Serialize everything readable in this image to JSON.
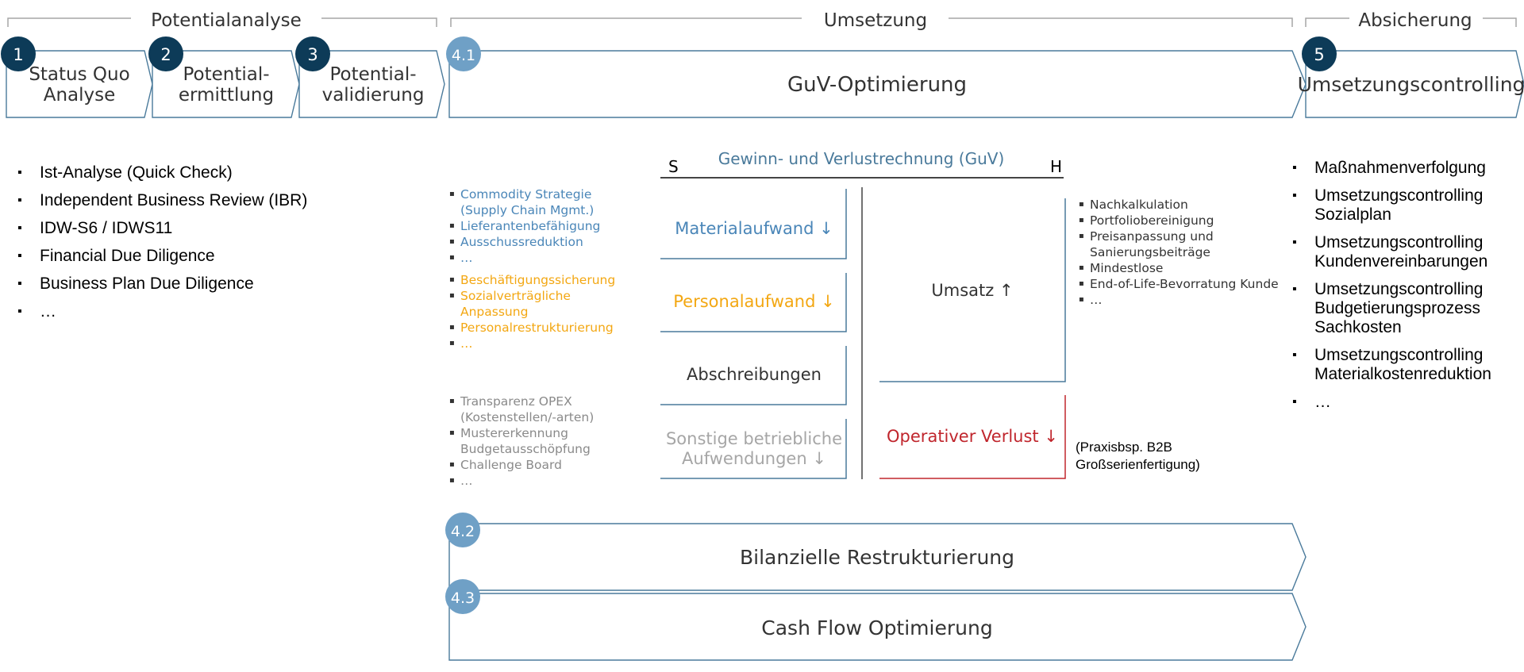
{
  "colors": {
    "navy": "#0d3b58",
    "light_blue": "#6fa0c6",
    "outline": "#4a7a9b",
    "material": "#4a86b8",
    "personal": "#f3a712",
    "sonstige": "#a6a6a6",
    "verlust": "#c0262d"
  },
  "phases": {
    "potentialanalyse": "Potentialanalyse",
    "umsetzung": "Umsetzung",
    "absicherung": "Absicherung"
  },
  "steps": [
    {
      "num": "1",
      "line1": "Status Quo",
      "line2": "Analyse"
    },
    {
      "num": "2",
      "line1": "Potential-",
      "line2": "ermittlung"
    },
    {
      "num": "3",
      "line1": "Potential-",
      "line2": "validierung"
    },
    {
      "num": "4.1",
      "label": "GuV-Optimierung"
    },
    {
      "num": "5",
      "label": "Umsetzungscontrolling"
    },
    {
      "num": "4.2",
      "label": "Bilanzielle Restrukturierung"
    },
    {
      "num": "4.3",
      "label": "Cash Flow Optimierung"
    }
  ],
  "potential_list": [
    "Ist-Analyse (Quick Check)",
    "Independent Business Review (IBR)",
    "IDW-S6 / IDWS11",
    "Financial Due Diligence",
    "Business Plan Due Diligence",
    "…"
  ],
  "absicherung_list": [
    "Maßnahmenverfolgung",
    "Umsetzungscontrolling Sozialplan",
    "Umsetzungscontrolling Kundenvereinbarungen",
    "Umsetzungscontrolling Budgetierungsprozess Sachkosten",
    "Umsetzungscontrolling Materialkostenreduktion",
    "…"
  ],
  "guv": {
    "title": "Gewinn- und Verlustrechnung (GuV)",
    "soll": "S",
    "haben": "H",
    "materialaufwand": "Materialaufwand",
    "personalaufwand": "Personalaufwand",
    "abschreibungen": "Abschreibungen",
    "sonstige_line1": "Sonstige betriebliche",
    "sonstige_line2": "Aufwendungen",
    "umsatz": "Umsatz",
    "verlust": "Operativer Verlust",
    "arrow_down": "↓",
    "arrow_up": "↑"
  },
  "material_list": [
    "Commodity Strategie (Supply Chain Mgmt.)",
    "Lieferantenbefähigung",
    "Ausschussreduktion",
    "…"
  ],
  "personal_list": [
    "Beschäftigungssicherung",
    "Sozialverträgliche Anpassung",
    "Personalrestrukturierung",
    "…"
  ],
  "sonstige_list": [
    "Transparenz OPEX (Kostenstellen/-arten)",
    "Mustererkennung Budgetausschöpfung",
    "Challenge Board",
    "…"
  ],
  "umsatz_list": [
    "Nachkalkulation",
    "Portfoliobereinigung",
    "Preisanpassung und Sanierungsbeiträge",
    "Mindestlose",
    "End-of-Life-Bevorratung Kunde",
    "…"
  ],
  "example_note": "(Praxisbsp. B2B Großserienfertigung)"
}
